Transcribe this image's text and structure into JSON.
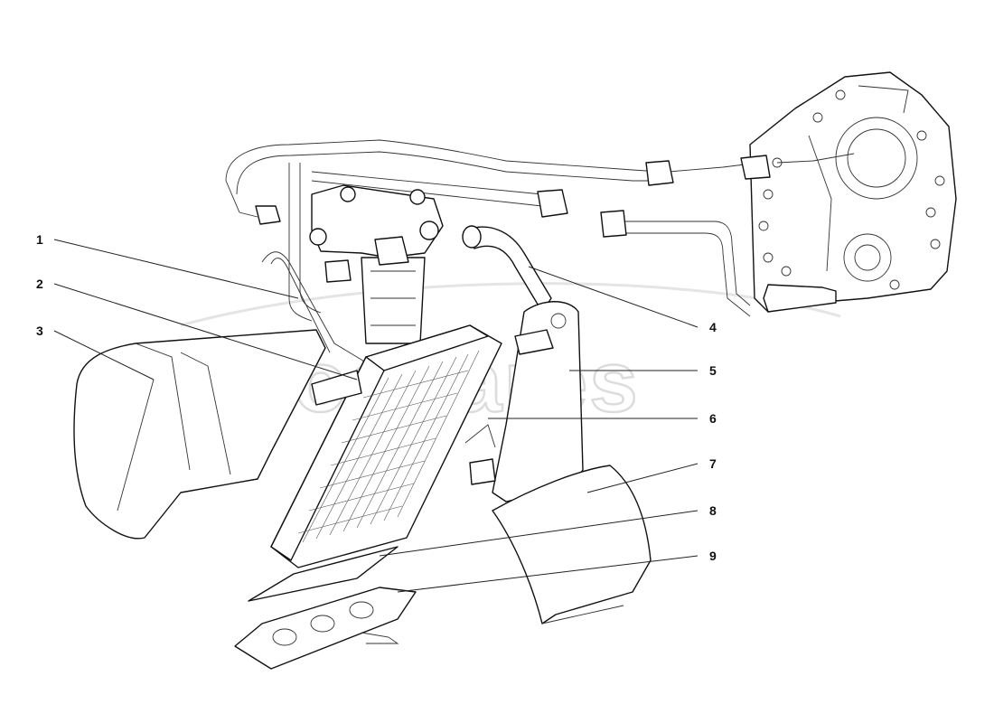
{
  "watermark": {
    "text": "eurospares",
    "color": "#d9d9d9"
  },
  "callouts": [
    {
      "id": "1",
      "label": "1"
    },
    {
      "id": "2",
      "label": "2"
    },
    {
      "id": "3",
      "label": "3"
    },
    {
      "id": "4",
      "label": "4"
    },
    {
      "id": "5",
      "label": "5"
    },
    {
      "id": "6",
      "label": "6"
    },
    {
      "id": "7",
      "label": "7"
    },
    {
      "id": "8",
      "label": "8"
    },
    {
      "id": "9",
      "label": "9"
    }
  ],
  "colors": {
    "ink": "#111111",
    "background": "#ffffff"
  }
}
